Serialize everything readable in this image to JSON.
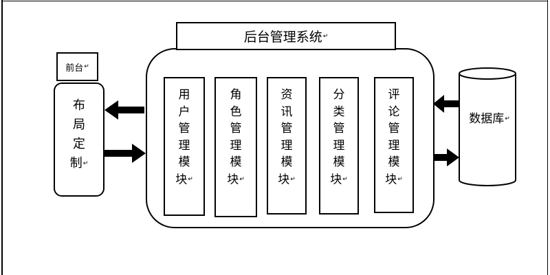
{
  "title": "后台管理系统",
  "front_label": "前台",
  "layout_module": "布局定制",
  "modules": [
    "用户管理模块",
    "角色管理模块",
    "资讯管理模块",
    "分类管理模块",
    "评论管理模块"
  ],
  "database": "数据库",
  "paragraph_mark": "↵"
}
